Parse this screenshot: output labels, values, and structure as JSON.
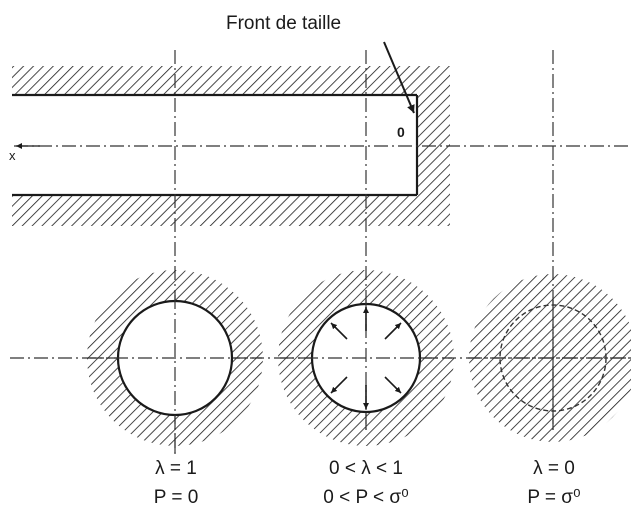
{
  "title": "Front de taille",
  "origin_label": "0",
  "axis_label": "x",
  "cases": [
    {
      "lambda": "λ = 1",
      "pressure": "P = 0"
    },
    {
      "lambda": "0 < λ < 1",
      "pressure": "0 < P < σ⁰"
    },
    {
      "lambda": "λ = 0",
      "pressure": "P = σ⁰"
    }
  ],
  "colors": {
    "line": "#1a1a1a",
    "background": "#ffffff"
  }
}
